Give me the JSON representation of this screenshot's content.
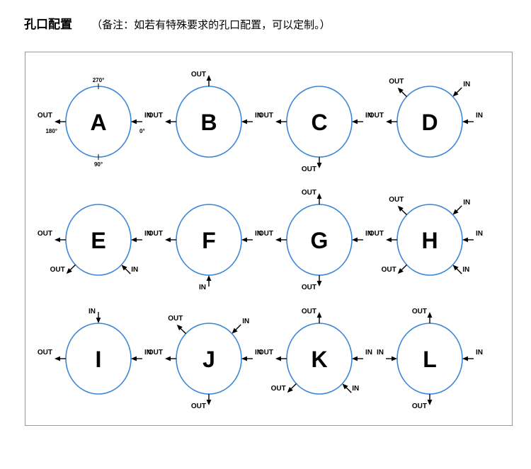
{
  "header": {
    "title": "孔口配置",
    "note": "（备注：如若有特殊要求的孔口配置，可以定制。）"
  },
  "colors": {
    "circle_stroke": "#3b86d6",
    "frame_border": "#6fa3d6",
    "arrow": "#000000"
  },
  "angles": {
    "top": "270°",
    "left": "180°",
    "right": "0°",
    "bottom": "90°"
  },
  "configs": [
    {
      "letter": "A",
      "ports": [
        {
          "pos": "left",
          "dir": "out",
          "label": "OUT"
        },
        {
          "pos": "right",
          "dir": "in",
          "label": "IN"
        }
      ]
    },
    {
      "letter": "B",
      "ports": [
        {
          "pos": "top",
          "dir": "out",
          "label": "OUT"
        },
        {
          "pos": "left",
          "dir": "out",
          "label": "OUT"
        },
        {
          "pos": "right",
          "dir": "in",
          "label": "IN"
        }
      ]
    },
    {
      "letter": "C",
      "ports": [
        {
          "pos": "left",
          "dir": "out",
          "label": "OUT"
        },
        {
          "pos": "right",
          "dir": "in",
          "label": "IN"
        },
        {
          "pos": "bottom",
          "dir": "out",
          "label": "OUT"
        }
      ]
    },
    {
      "letter": "D",
      "ports": [
        {
          "pos": "upper-left",
          "dir": "out",
          "label": "OUT"
        },
        {
          "pos": "upper-right",
          "dir": "in",
          "label": "IN"
        },
        {
          "pos": "left",
          "dir": "out",
          "label": "OUT"
        },
        {
          "pos": "right",
          "dir": "in",
          "label": "IN"
        }
      ]
    },
    {
      "letter": "E",
      "ports": [
        {
          "pos": "left",
          "dir": "out",
          "label": "OUT"
        },
        {
          "pos": "right",
          "dir": "in",
          "label": "IN"
        },
        {
          "pos": "lower-left",
          "dir": "out",
          "label": "OUT"
        },
        {
          "pos": "lower-right",
          "dir": "in",
          "label": "IN"
        }
      ]
    },
    {
      "letter": "F",
      "ports": [
        {
          "pos": "left",
          "dir": "out",
          "label": "OUT"
        },
        {
          "pos": "right",
          "dir": "in",
          "label": "IN"
        },
        {
          "pos": "bottom",
          "dir": "in",
          "label": "IN"
        }
      ]
    },
    {
      "letter": "G",
      "ports": [
        {
          "pos": "top",
          "dir": "out",
          "label": "OUT"
        },
        {
          "pos": "left",
          "dir": "out",
          "label": "OUT"
        },
        {
          "pos": "right",
          "dir": "in",
          "label": "IN"
        },
        {
          "pos": "bottom",
          "dir": "out",
          "label": "OUT"
        }
      ]
    },
    {
      "letter": "H",
      "ports": [
        {
          "pos": "upper-left",
          "dir": "out",
          "label": "OUT"
        },
        {
          "pos": "upper-right",
          "dir": "in",
          "label": "IN"
        },
        {
          "pos": "left",
          "dir": "out",
          "label": "OUT"
        },
        {
          "pos": "right",
          "dir": "in",
          "label": "IN"
        },
        {
          "pos": "lower-left",
          "dir": "out",
          "label": "OUT"
        },
        {
          "pos": "lower-right",
          "dir": "in",
          "label": "IN"
        }
      ]
    },
    {
      "letter": "I",
      "ports": [
        {
          "pos": "top",
          "dir": "in",
          "label": "IN"
        },
        {
          "pos": "left",
          "dir": "out",
          "label": "OUT"
        },
        {
          "pos": "right",
          "dir": "in",
          "label": "IN"
        }
      ]
    },
    {
      "letter": "J",
      "ports": [
        {
          "pos": "upper-left",
          "dir": "out",
          "label": "OUT"
        },
        {
          "pos": "upper-right",
          "dir": "in",
          "label": "IN"
        },
        {
          "pos": "left",
          "dir": "out",
          "label": "OUT"
        },
        {
          "pos": "right",
          "dir": "in",
          "label": "IN"
        },
        {
          "pos": "bottom",
          "dir": "out",
          "label": "OUT"
        }
      ]
    },
    {
      "letter": "K",
      "ports": [
        {
          "pos": "top",
          "dir": "out",
          "label": "OUT"
        },
        {
          "pos": "left",
          "dir": "out",
          "label": "OUT"
        },
        {
          "pos": "right",
          "dir": "in",
          "label": "IN"
        },
        {
          "pos": "lower-left",
          "dir": "out",
          "label": "OUT"
        },
        {
          "pos": "lower-right",
          "dir": "in",
          "label": "IN"
        }
      ]
    },
    {
      "letter": "L",
      "ports": [
        {
          "pos": "top",
          "dir": "out",
          "label": "OUT"
        },
        {
          "pos": "left",
          "dir": "in",
          "label": "IN"
        },
        {
          "pos": "right",
          "dir": "in",
          "label": "IN"
        },
        {
          "pos": "bottom",
          "dir": "out",
          "label": "OUT"
        }
      ]
    }
  ]
}
